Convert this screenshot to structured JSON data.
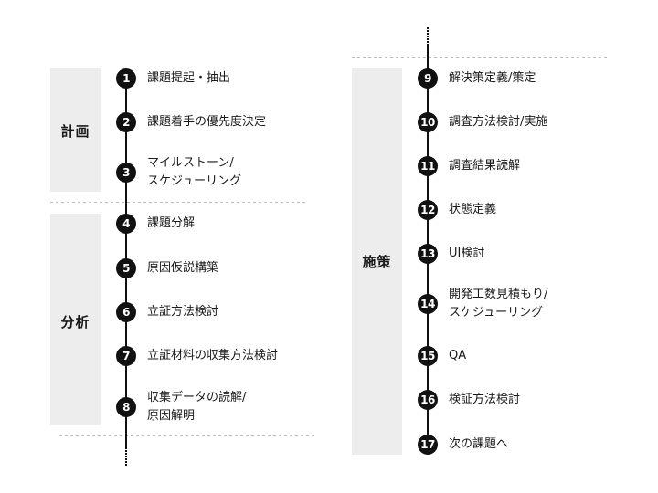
{
  "phases": [
    {
      "name": "planning",
      "label": "計画"
    },
    {
      "name": "analysis",
      "label": "分析"
    },
    {
      "name": "measures",
      "label": "施策"
    }
  ],
  "steps": [
    {
      "number": "1",
      "text": "課題提起・抽出",
      "phase": "計画"
    },
    {
      "number": "2",
      "text": "課題着手の優先度決定",
      "phase": "計画"
    },
    {
      "number": "3",
      "text": "マイルストーン/\nスケジューリング",
      "phase": "計画"
    },
    {
      "number": "4",
      "text": "課題分解",
      "phase": "分析"
    },
    {
      "number": "5",
      "text": "原因仮説構築",
      "phase": "分析"
    },
    {
      "number": "6",
      "text": "立証方法検討",
      "phase": "分析"
    },
    {
      "number": "7",
      "text": "立証材料の収集方法検討",
      "phase": "分析"
    },
    {
      "number": "8",
      "text": "収集データの読解/\n原因解明",
      "phase": "分析"
    },
    {
      "number": "9",
      "text": "解決策定義/策定",
      "phase": "施策"
    },
    {
      "number": "10",
      "text": "調査方法検討/実施",
      "phase": "施策"
    },
    {
      "number": "11",
      "text": "調査結果読解",
      "phase": "施策"
    },
    {
      "number": "12",
      "text": "状態定義",
      "phase": "施策"
    },
    {
      "number": "13",
      "text": "UI検討",
      "phase": "施策"
    },
    {
      "number": "14",
      "text": "開発工数見積もり/\nスケジューリング",
      "phase": "施策"
    },
    {
      "number": "15",
      "text": "QA",
      "phase": "施策"
    },
    {
      "number": "16",
      "text": "検証方法検討",
      "phase": "施策"
    },
    {
      "number": "17",
      "text": "次の課題へ",
      "phase": "施策"
    }
  ],
  "colors": {
    "panel_bg": "#ededed",
    "line": "#111111",
    "divider": "#bdbdbd"
  }
}
